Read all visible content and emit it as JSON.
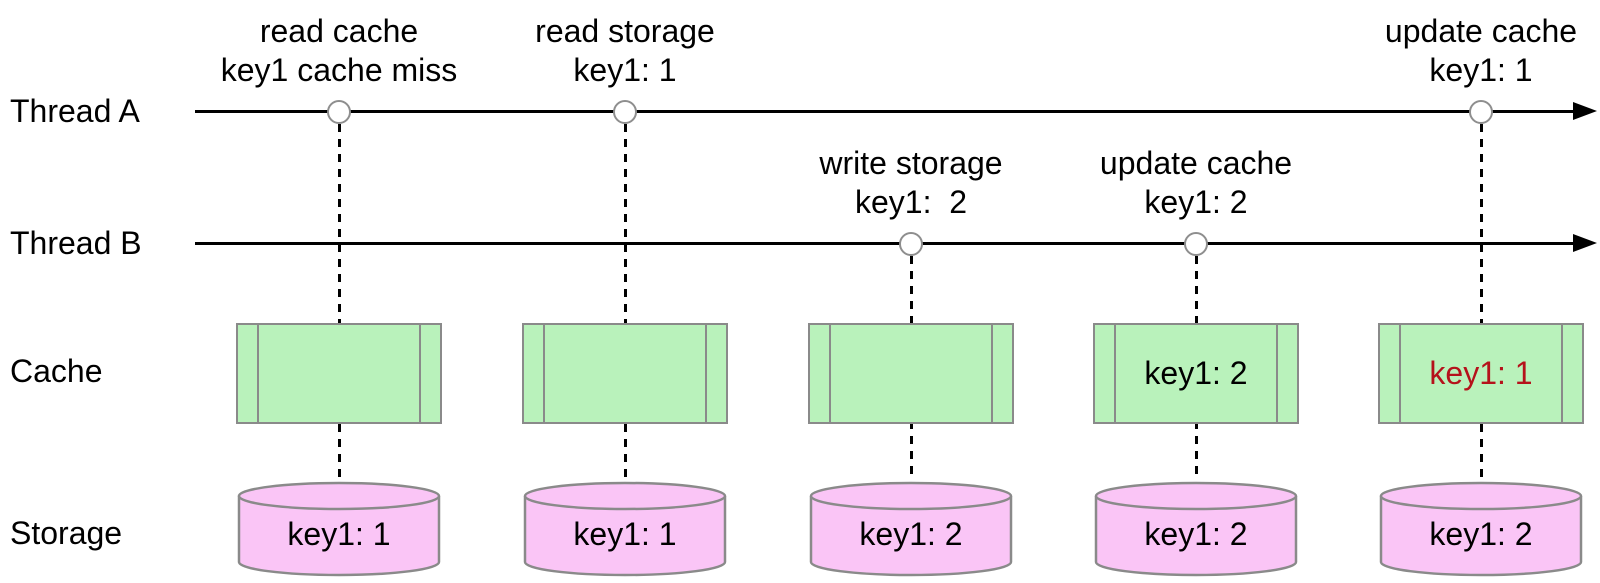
{
  "diagram": {
    "kind": "cache-inconsistency-sequence-diagram",
    "lanes": {
      "thread_a": "Thread A",
      "thread_b": "Thread B",
      "cache": "Cache",
      "storage": "Storage"
    },
    "events": [
      {
        "lane": "Thread A",
        "action": "read cache",
        "detail": "key1 cache miss"
      },
      {
        "lane": "Thread A",
        "action": "read storage",
        "detail": "key1: 1"
      },
      {
        "lane": "Thread B",
        "action": "write storage",
        "detail": "key1:  2"
      },
      {
        "lane": "Thread B",
        "action": "update cache",
        "detail": "key1: 2"
      },
      {
        "lane": "Thread A",
        "action": "update cache",
        "detail": "key1: 1"
      }
    ],
    "snapshots": [
      {
        "cache": "",
        "storage": "key1: 1"
      },
      {
        "cache": "",
        "storage": "key1: 1"
      },
      {
        "cache": "",
        "storage": "key1: 2"
      },
      {
        "cache": "key1: 2",
        "storage": "key1: 2"
      },
      {
        "cache": "key1: 1",
        "storage": "key1: 2",
        "cache_state": "stale"
      }
    ],
    "colors": {
      "cache_fill": "#b9f2bb",
      "storage_fill": "#fac5f6",
      "shape_border": "#8a8a8a",
      "stale_text": "#b5121b",
      "line": "#000000",
      "text": "#000000"
    }
  }
}
